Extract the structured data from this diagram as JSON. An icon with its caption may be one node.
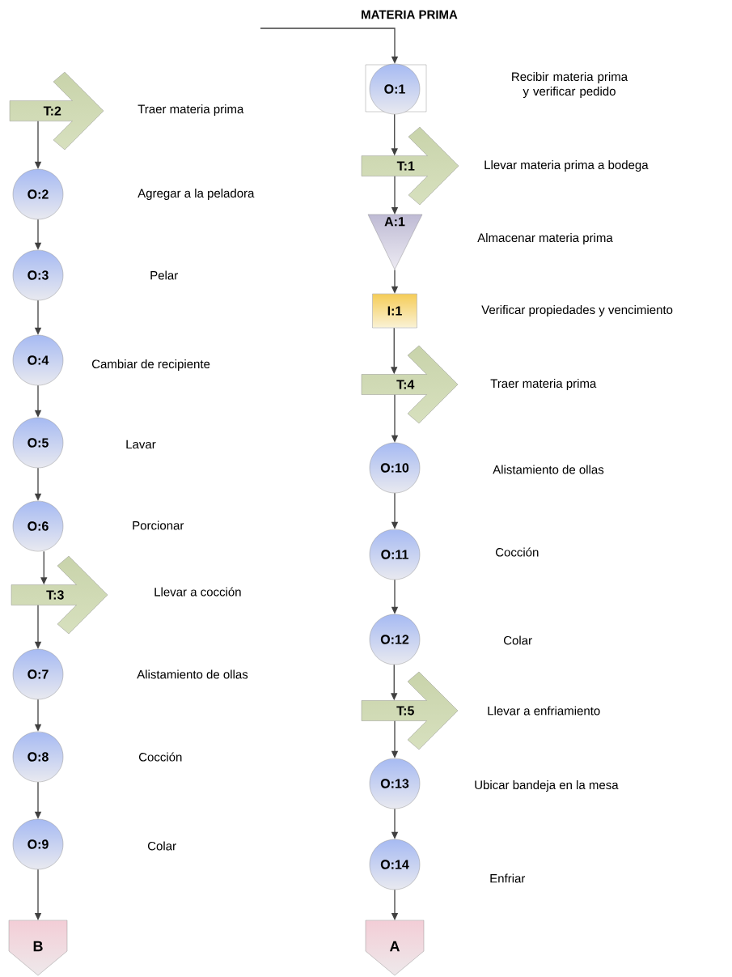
{
  "diagram": {
    "nodes": [
      {
        "text": [
          "O:1"
        ]
      },
      {
        "text": [
          "T:1"
        ]
      },
      {
        "text": [
          "A:1"
        ]
      },
      {
        "text": [
          "I:1"
        ]
      },
      {
        "text": [
          "T:4"
        ]
      },
      {
        "text": [
          "O:10"
        ]
      },
      {
        "text": [
          "O:11"
        ]
      },
      {
        "text": [
          "O:12"
        ]
      },
      {
        "text": [
          "T:5"
        ]
      },
      {
        "text": [
          "O:13"
        ]
      },
      {
        "text": [
          "O:14"
        ]
      },
      {
        "text": [
          "A"
        ]
      },
      {
        "text": [
          "T:2"
        ]
      },
      {
        "text": [
          "O:2"
        ]
      },
      {
        "text": [
          "O:3"
        ]
      },
      {
        "text": [
          "O:4"
        ]
      },
      {
        "text": [
          "O:5"
        ]
      },
      {
        "text": [
          "O:6"
        ]
      },
      {
        "text": [
          "T:3"
        ]
      },
      {
        "text": [
          "O:7"
        ]
      },
      {
        "text": [
          "O:8"
        ]
      },
      {
        "text": [
          "O:9"
        ]
      },
      {
        "text": [
          "B"
        ]
      }
    ],
    "edges": [
      {
        "from": null,
        "to": 0,
        "arrow": "to",
        "label": "MATERIA PRIMA"
      },
      {
        "from": 0,
        "to": 1,
        "arrow": "to"
      },
      {
        "from": 1,
        "to": 2,
        "arrow": "to"
      },
      {
        "from": 2,
        "to": 3,
        "arrow": "to"
      },
      {
        "from": 3,
        "to": 4,
        "arrow": "to"
      },
      {
        "from": 4,
        "to": 5,
        "arrow": "to"
      },
      {
        "from": 5,
        "to": 6,
        "arrow": "to"
      },
      {
        "from": 6,
        "to": 7,
        "arrow": "to"
      },
      {
        "from": 7,
        "to": 8,
        "arrow": "to"
      },
      {
        "from": 8,
        "to": 9,
        "arrow": "to"
      },
      {
        "from": 9,
        "to": 10,
        "arrow": "to"
      },
      {
        "from": 10,
        "to": 11,
        "arrow": "to"
      },
      {
        "from": 12,
        "to": 13,
        "arrow": "to"
      },
      {
        "from": 13,
        "to": 14,
        "arrow": "to"
      },
      {
        "from": 14,
        "to": 15,
        "arrow": "to"
      },
      {
        "from": 15,
        "to": 16,
        "arrow": "to"
      },
      {
        "from": 16,
        "to": 17,
        "arrow": "to"
      },
      {
        "from": 17,
        "to": 18,
        "arrow": "to"
      },
      {
        "from": 18,
        "to": 19,
        "arrow": "to"
      },
      {
        "from": 19,
        "to": 20,
        "arrow": "to"
      },
      {
        "from": 20,
        "to": 21,
        "arrow": "to"
      },
      {
        "from": 21,
        "to": 22,
        "arrow": "to"
      }
    ],
    "labels": [
      "Recibir materia prima y verificar pedido",
      "Llevar materia prima a bodega",
      "Almacenar materia prima",
      "Verificar propiedades y vencimiento",
      "Traer materia prima",
      "Alistamiento de ollas",
      "Cocción",
      "Colar",
      "Llevar a enfriamiento",
      "Ubicar bandeja en la mesa",
      "Enfriar",
      "Traer materia prima",
      "Agregar a la peladora",
      "Pelar",
      "Cambiar de recipiente",
      "Lavar",
      "Porcionar",
      "Llevar a cocción",
      "Alistamiento de ollas",
      "Cocción",
      "Colar"
    ]
  }
}
